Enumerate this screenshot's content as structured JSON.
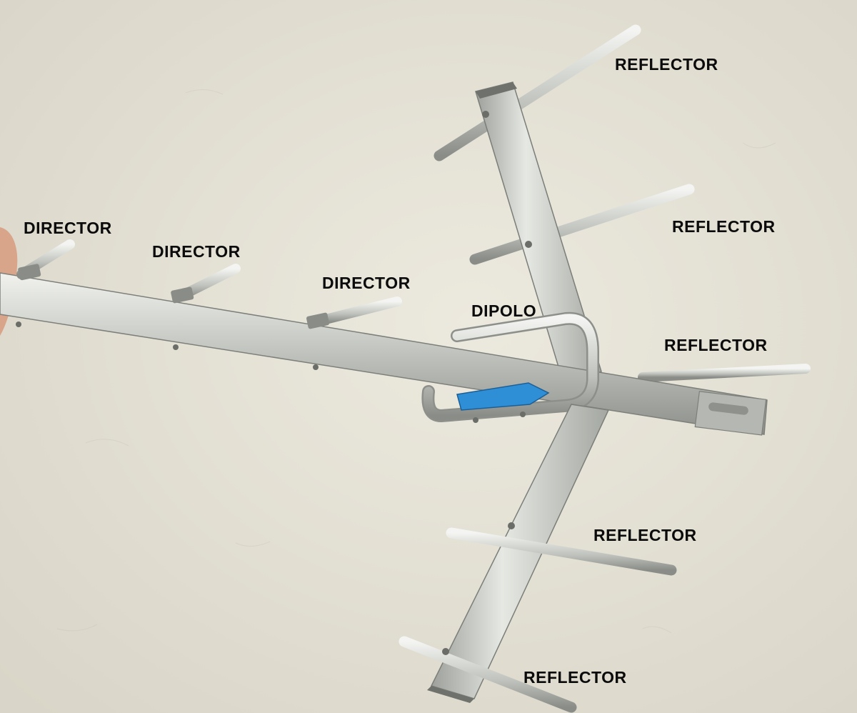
{
  "labels": {
    "reflector_1": "REFLECTOR",
    "reflector_2": "REFLECTOR",
    "reflector_3": "REFLECTOR",
    "reflector_4": "REFLECTOR",
    "reflector_5": "REFLECTOR",
    "director_1": "DIRECTOR",
    "director_2": "DIRECTOR",
    "director_3": "DIRECTOR",
    "dipolo": "DIPOLO"
  },
  "colors": {
    "wall": "#e7e3d6",
    "aluminum": "#c9cbc6",
    "aluminum_dark": "#8e918c",
    "aluminum_light": "#eef0ec",
    "insulator": "#2f8fd6",
    "label_text": "#0b0b0b"
  }
}
